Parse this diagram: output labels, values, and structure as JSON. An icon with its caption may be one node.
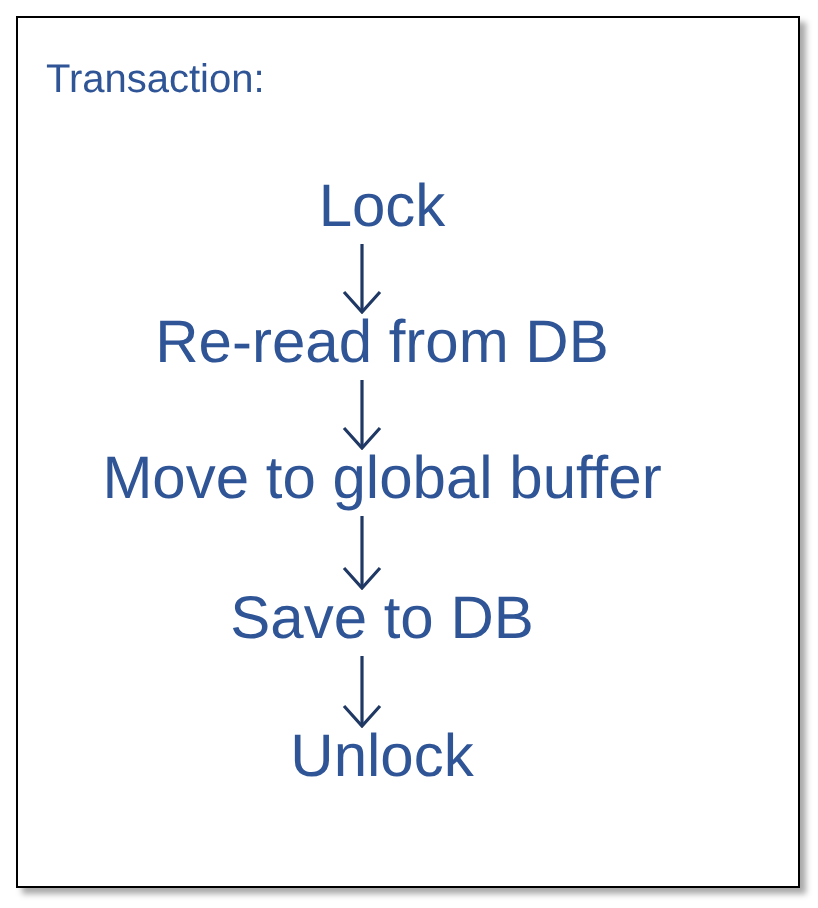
{
  "diagram": {
    "nodes": [
      {
        "text": [
          "Transaction:"
        ]
      },
      {
        "text": [
          "Lock"
        ],
        "in": 0
      },
      {
        "text": [
          "Re-read from DB"
        ],
        "in": 0
      },
      {
        "text": [
          "Move to global buffer"
        ],
        "in": 0
      },
      {
        "text": [
          "Save to DB"
        ],
        "in": 0
      },
      {
        "text": [
          "Unlock"
        ],
        "in": 0
      }
    ],
    "edges": [
      {
        "from": 1,
        "to": 2,
        "arrow": "to"
      },
      {
        "from": 2,
        "to": 3,
        "arrow": "to"
      },
      {
        "from": 3,
        "to": 4,
        "arrow": "to"
      },
      {
        "from": 4,
        "to": 5,
        "arrow": "to"
      }
    ]
  }
}
